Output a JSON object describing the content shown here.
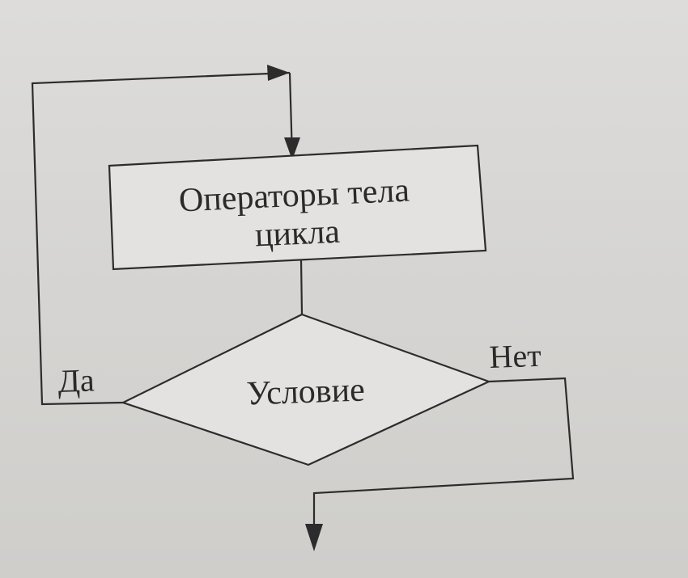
{
  "diagram": {
    "process_block": {
      "line1": "Операторы тела",
      "line2": "цикла"
    },
    "decision_block": {
      "label": "Условие"
    },
    "branch_yes": {
      "label": "Да"
    },
    "branch_no": {
      "label": "Нет"
    }
  },
  "colors": {
    "background": "#d6d5d3",
    "line": "#2c2c2c",
    "text": "#2a2a2a"
  }
}
